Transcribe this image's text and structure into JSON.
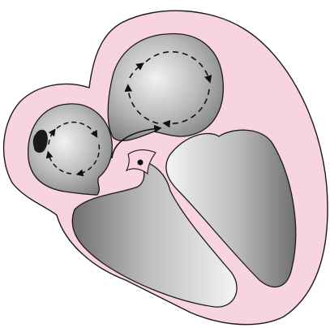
{
  "diagram": {
    "colors": {
      "background": "#ffffff",
      "pericardium": "#f8d5de",
      "outline": "#1a1a1a",
      "chamber_light": "#f2f2f2",
      "chamber_dark": "#7a7a7a",
      "arrow": "#111111",
      "mass": "#1a1a1a"
    },
    "icons": {
      "upper_chamber_flow": "circular-dashed-flow-arrows",
      "left_chamber_flow": "circular-dashed-flow-arrows",
      "crossing_flow": "curved-flow-arrow",
      "small_dot": "filled-dot",
      "mass": "dark-blob"
    }
  }
}
